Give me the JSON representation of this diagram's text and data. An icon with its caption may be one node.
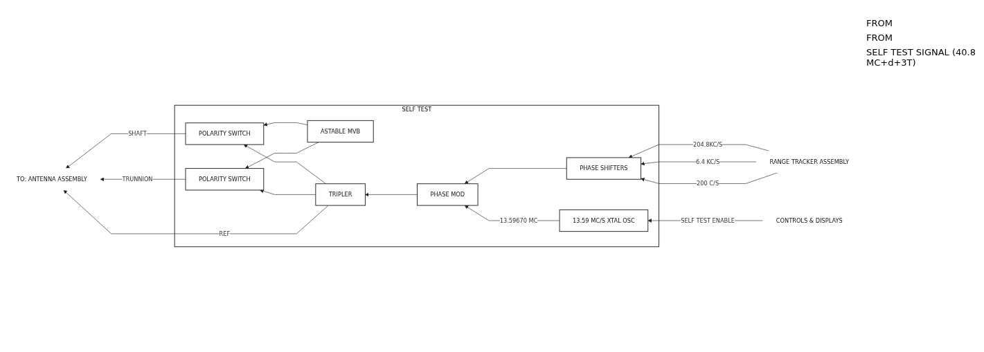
{
  "diagram": {
    "nodes": [
      {
        "text": [
          "SELF TEST"
        ]
      },
      {
        "text": [
          "ASTABLE MVB"
        ],
        "in": 0
      },
      {
        "text": [
          "POLARITY SWITCH"
        ],
        "in": 0
      },
      {
        "text": [
          "POLARITY SWITCH"
        ],
        "in": 0
      },
      {
        "text": [
          "TRIPLER"
        ],
        "in": 0
      },
      {
        "text": [
          "PHASE SHIFTERS"
        ],
        "in": 0
      },
      {
        "text": [
          "13.59 MC/S XTAL OSC"
        ],
        "in": 0
      },
      {
        "text": [
          "PHASE MOD"
        ],
        "in": 0
      },
      {
        "text": [
          "TO: ANTENNA ASSEMBLY"
        ]
      },
      {
        "text": [
          "RANGE TRACKER ASSEMBLY"
        ]
      },
      {
        "text": [
          "CONTROLS & DISPLAYS"
        ]
      }
    ],
    "edges": [
      {
        "from": 9,
        "to": 5,
        "arrow": "to",
        "label": "204.8KC/S"
      },
      {
        "from": 9,
        "to": 5,
        "arrow": "to",
        "label": "6.4 KC/S"
      },
      {
        "from": 9,
        "to": 5,
        "arrow": "to",
        "label": "200 C/S"
      },
      {
        "from": 10,
        "to": 6,
        "arrow": "to",
        "label": "SELF TEST ENABLE"
      },
      {
        "from": 5,
        "to": 7,
        "arrow": "to"
      },
      {
        "from": 6,
        "to": 7,
        "arrow": "to",
        "label": "13.59670 MC"
      },
      {
        "from": 7,
        "to": 4,
        "arrow": "to"
      },
      {
        "from": 4,
        "to": 2,
        "arrow": "to"
      },
      {
        "from": 4,
        "to": 3,
        "arrow": "to"
      },
      {
        "from": 1,
        "to": 2,
        "arrow": "to"
      },
      {
        "from": 1,
        "to": 3,
        "arrow": "to"
      },
      {
        "from": 2,
        "to": 8,
        "arrow": "to",
        "label": "SHAFT"
      },
      {
        "from": 4,
        "to": 8,
        "arrow": "to",
        "label": "REF"
      },
      {
        "from": 3,
        "to": 8,
        "arrow": "to",
        "label": "TRUNNION"
      }
    ],
    "labels": [
      "FROM",
      "FROM",
      "SELF TEST SIGNAL (40.8 MC+d+3T)"
    ]
  }
}
